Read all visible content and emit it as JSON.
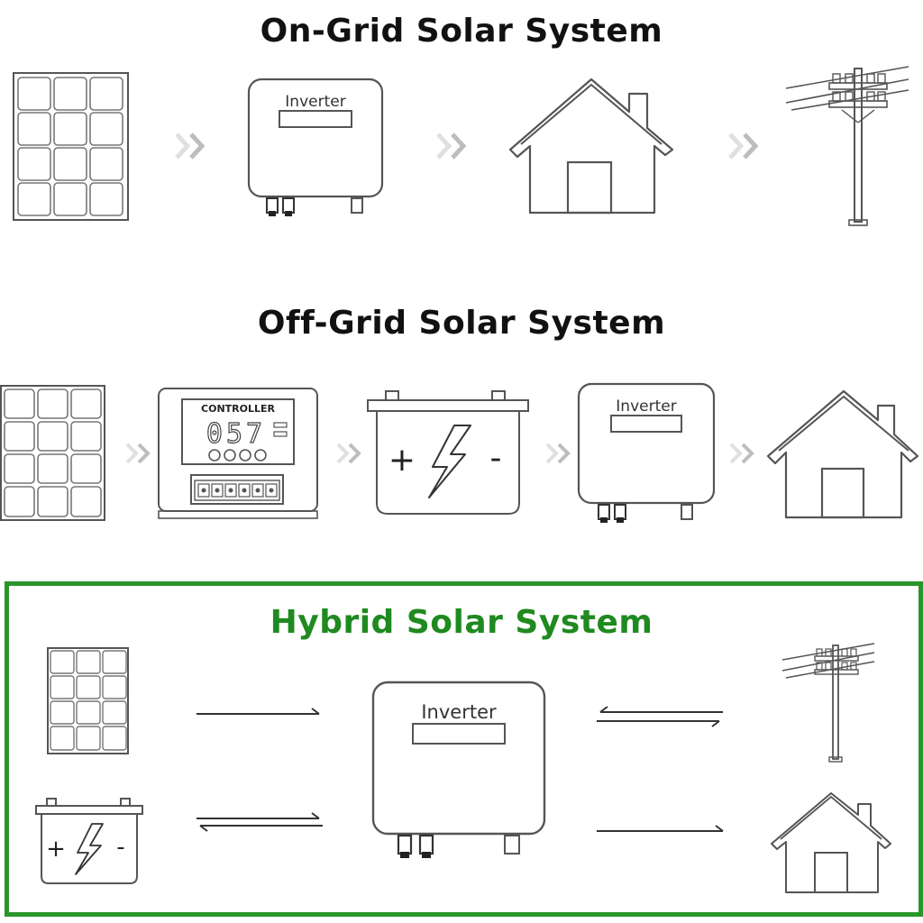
{
  "sections": {
    "on_grid": {
      "title": "On-Grid Solar System",
      "inverter_label": "Inverter"
    },
    "off_grid": {
      "title": "Off-Grid Solar System",
      "controller_label": "CONTROLLER",
      "controller_display": "057",
      "inverter_label": "Inverter",
      "battery_plus": "+",
      "battery_minus": "-"
    },
    "hybrid": {
      "title": "Hybrid Solar System",
      "inverter_label": "Inverter",
      "battery_plus": "+",
      "battery_minus": "-"
    }
  },
  "colors": {
    "line": "#555555",
    "chevron": "#c8c8c8",
    "hybrid_accent": "#2a962a"
  },
  "icons": [
    "solar-panel-icon",
    "inverter-icon",
    "house-icon",
    "utility-pole-icon",
    "charge-controller-icon",
    "battery-icon",
    "double-chevron-icon",
    "arrow-icon"
  ]
}
